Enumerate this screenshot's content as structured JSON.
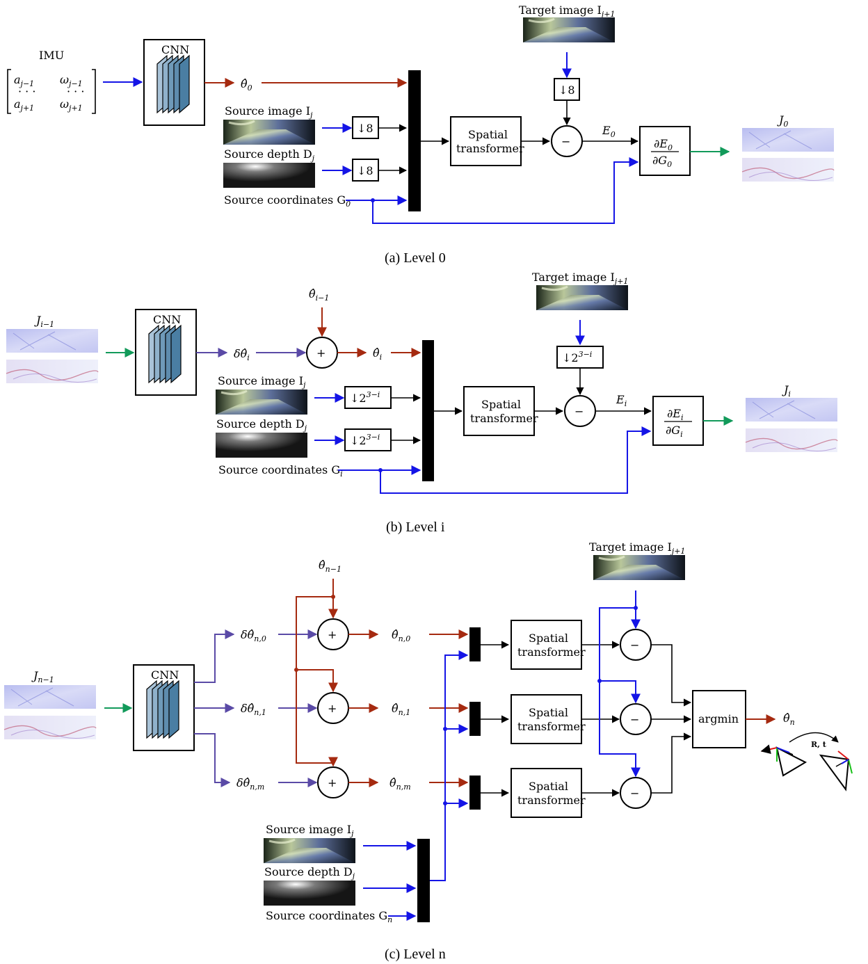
{
  "colors": {
    "blue": "#1414e6",
    "red": "#a52a10",
    "purple": "#5a4aa6",
    "green": "#129a5a",
    "black": "#000000"
  },
  "common": {
    "cnn": "CNN",
    "spatial_1": "Spatial",
    "spatial_2": "transformer",
    "minus": "−",
    "plus": "+",
    "target_image": "Target image I",
    "target_sub": "j+1",
    "source_image": "Source image I",
    "source_depth": "Source depth D",
    "j_sub": "j",
    "source_coords": "Source coordinates G"
  },
  "level0": {
    "caption": "(a) Level 0",
    "imu": "IMU",
    "matrix_r1_a": "a",
    "matrix_r1_a_sub": "j−1",
    "matrix_r1_w": "ω",
    "matrix_r1_w_sub": "j−1",
    "matrix_dots": "· · ·",
    "matrix_r3_a": "a",
    "matrix_r3_a_sub": "j+1",
    "matrix_r3_w": "ω",
    "matrix_r3_w_sub": "j+1",
    "theta": "θ̂",
    "theta_sub": "0",
    "down": "↓8",
    "coords_sub": "0",
    "error": "E",
    "error_sub": "0",
    "deriv_num": "∂E",
    "deriv_num_sub": "0",
    "deriv_den": "∂G",
    "deriv_den_sub": "0",
    "output": "J",
    "output_sub": "0"
  },
  "leveli": {
    "caption": "(b) Level i",
    "input": "J",
    "input_sub": "i−1",
    "theta_prev": "θ̂",
    "theta_prev_sub": "i−1",
    "delta": "δθ̂",
    "delta_sub": "i",
    "theta": "θ̂",
    "theta_sub": "i",
    "down": "↓2",
    "down_sup": "3−i",
    "coords_sub": "i",
    "error": "E",
    "error_sub": "i",
    "deriv_num": "∂E",
    "deriv_num_sub": "i",
    "deriv_den": "∂G",
    "deriv_den_sub": "i",
    "output": "J",
    "output_sub": "i"
  },
  "leveln": {
    "caption": "(c) Level n",
    "input": "J",
    "input_sub": "n−1",
    "theta_prev": "θ̂",
    "theta_prev_sub": "n−1",
    "delta": "δθ̂",
    "theta": "θ̂",
    "branch_subs": [
      "n,0",
      "n,1",
      "n,m"
    ],
    "coords_sub": "n",
    "argmin": "argmin",
    "output": "θ̂",
    "output_sub": "n",
    "rt": "R, t"
  }
}
